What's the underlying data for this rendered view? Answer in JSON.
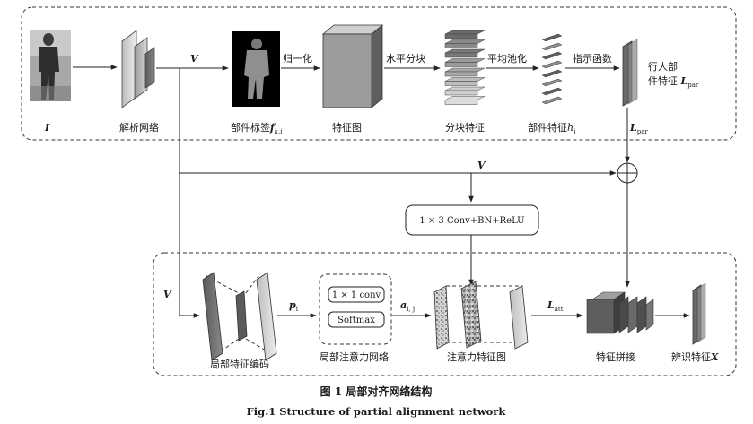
{
  "labels": {
    "input_I": "I",
    "parse_net": "解析网络",
    "V_top": "V",
    "part_label": "部件标签",
    "part_label_sym": "f",
    "part_label_sub": "k,i",
    "normalize": "归一化",
    "feature_map": "特征图",
    "split_h": "水平分块",
    "block_feat": "分块特征",
    "avg_pool": "平均池化",
    "part_feat": "部件特征",
    "part_feat_sym": "h",
    "part_feat_sub": "i",
    "indicator": "指示函数",
    "ped_part_line1": "行人部",
    "ped_part_line2": "件特征 ",
    "L_par_sym": "L",
    "L_par_sub": "par",
    "V_mid": "V",
    "conv_box": "1 × 3 Conv+BN+ReLU",
    "V_left": "V",
    "local_enc": "局部特征编码",
    "p_sym": "p",
    "p_sub": "i",
    "conv1": "1 × 1 conv",
    "softmax": "Softmax",
    "local_att_net": "局部注意力网络",
    "a_sym": "a",
    "a_sub": "i, j",
    "att_map": "注意力特征图",
    "L_att_sym": "L",
    "L_att_sub": "att",
    "concat": "特征拼接",
    "disc_feat": "辨识特征",
    "X_sym": "X"
  },
  "caption": {
    "cn": "图 1   局部对齐网络结构",
    "en": "Fig.1    Structure of partial alignment network"
  }
}
